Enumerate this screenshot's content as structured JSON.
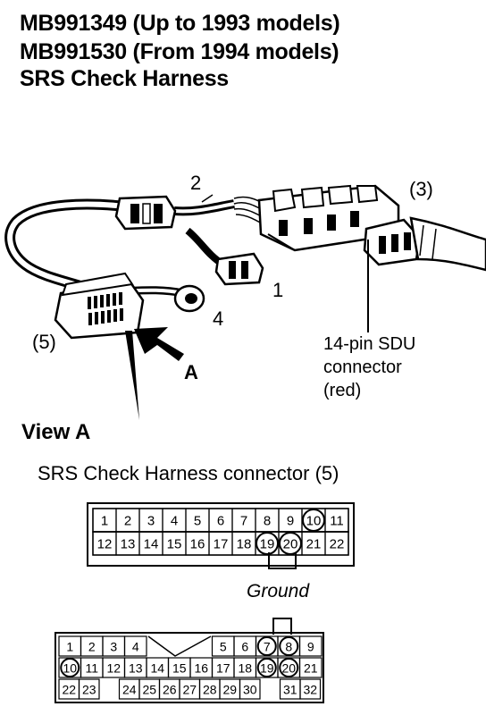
{
  "title": {
    "line1": "MB991349 (Up to 1993 models)",
    "line2": "MB991530 (From 1994 models)",
    "line3": "SRS  Check  Harness"
  },
  "callouts": {
    "c2": "2",
    "c3": "(3)",
    "c1": "1",
    "c4": "4",
    "c5": "(5)",
    "cA": "A"
  },
  "sdu_label": {
    "line1": "14-pin SDU",
    "line2": "connector",
    "line3": "(red)"
  },
  "view_label": "View  A",
  "connector_title": "SRS Check Harness connector (5)",
  "ground_label": "Ground",
  "connector_22": {
    "row1": [
      "1",
      "2",
      "3",
      "4",
      "5",
      "6",
      "7",
      "8",
      "9",
      "10",
      "11"
    ],
    "row2": [
      "12",
      "13",
      "14",
      "15",
      "16",
      "17",
      "18",
      "19",
      "20",
      "21",
      "22"
    ],
    "circled": [
      "10",
      "19",
      "20"
    ]
  },
  "connector_32": {
    "row1": [
      "1",
      "2",
      "3",
      "4",
      "",
      "",
      "",
      "5",
      "6",
      "7",
      "8",
      "9"
    ],
    "row2": [
      "10",
      "11",
      "12",
      "13",
      "14",
      "15",
      "16",
      "17",
      "18",
      "19",
      "20",
      "21"
    ],
    "row3": [
      "22",
      "23",
      "",
      "24",
      "25",
      "26",
      "27",
      "28",
      "29",
      "30",
      "",
      "31",
      "32"
    ],
    "circled": [
      "7",
      "8",
      "10",
      "19",
      "20"
    ]
  }
}
